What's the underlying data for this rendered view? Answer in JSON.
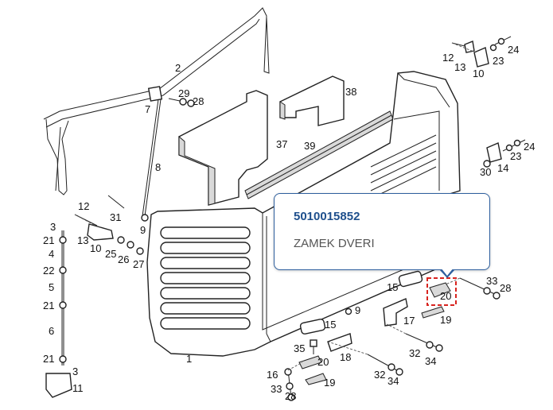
{
  "callouts": {
    "c1": "1",
    "c2": "2",
    "c3a": "3",
    "c3b": "3",
    "c4": "4",
    "c5": "5",
    "c6": "6",
    "c7": "7",
    "c8": "8",
    "c9a": "9",
    "c9b": "9",
    "c10a": "10",
    "c10b": "10",
    "c11": "11",
    "c12a": "12",
    "c12b": "12",
    "c13a": "13",
    "c13b": "13",
    "c14": "14",
    "c15a": "15",
    "c15b": "15",
    "c16": "16",
    "c17": "17",
    "c18": "18",
    "c19a": "19",
    "c19b": "19",
    "c20a": "20",
    "c20b": "20",
    "c21a": "21",
    "c21b": "21",
    "c21c": "21",
    "c22": "22",
    "c23a": "23",
    "c23b": "23",
    "c24a": "24",
    "c24b": "24",
    "c25": "25",
    "c26": "26",
    "c27": "27",
    "c28a": "28",
    "c28b": "28",
    "c28c": "28",
    "c29": "29",
    "c30": "30",
    "c31": "31",
    "c32a": "32",
    "c32b": "32",
    "c33a": "33",
    "c33b": "33",
    "c34a": "34",
    "c34b": "34",
    "c35": "35",
    "c37": "37",
    "c38": "38",
    "c39": "39"
  },
  "tooltip": {
    "part_number": "5010015852",
    "description": "ZAMEK DVERI"
  },
  "colors": {
    "highlight": "#d8241f",
    "tooltip_border": "#2e5f9e",
    "part_number_text": "#1e4f8c"
  }
}
